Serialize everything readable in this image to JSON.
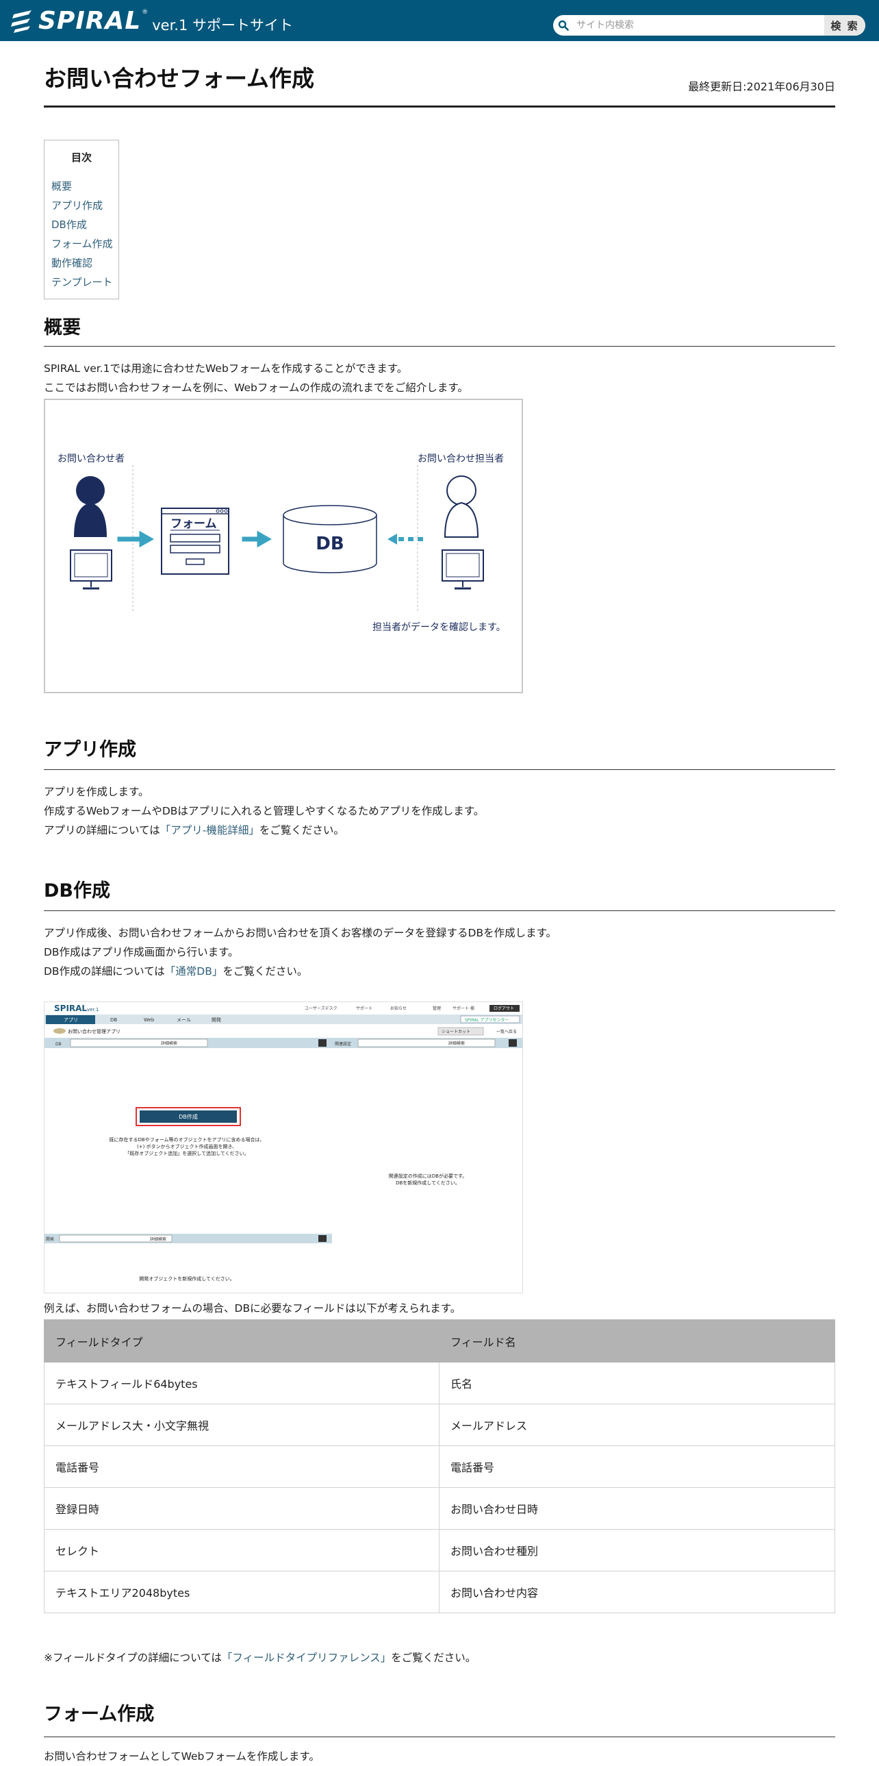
{
  "header": {
    "logo_text": "SPIRAL",
    "logo_reg": "®",
    "logo_sub": "ver.1 サポートサイト",
    "search_placeholder": "サイト内検索",
    "search_button": "検 索"
  },
  "page": {
    "title": "お問い合わせフォーム作成",
    "updated": "最終更新日:2021年06月30日"
  },
  "toc": {
    "title": "目次",
    "items": [
      "概要",
      "アプリ作成",
      "DB作成",
      "フォーム作成",
      "動作確認",
      "テンプレート"
    ]
  },
  "overview": {
    "heading": "概要",
    "line1": "SPIRAL ver.1では用途に合わせたWebフォームを作成することができます。",
    "line2": "ここではお問い合わせフォームを例に、Webフォームの作成の流れまでをご紹介します。",
    "diagram": {
      "inquirer": "お問い合わせ者",
      "staff": "お問い合わせ担当者",
      "form": "フォーム",
      "db": "DB",
      "note": "担当者がデータを確認します。"
    }
  },
  "app": {
    "heading": "アプリ作成",
    "line1": "アプリを作成します。",
    "line2": "作成するWebフォームやDBはアプリに入れると管理しやすくなるためアプリを作成します。",
    "line3_pre": "アプリの詳細については",
    "line3_link": "「アプリ-機能詳細」",
    "line3_post": "をご覧ください。"
  },
  "db": {
    "heading": "DB作成",
    "line1": "アプリ作成後、お問い合わせフォームからお問い合わせを頂くお客様のデータを登録するDBを作成します。",
    "line2": "DB作成はアプリ作成画面から行います。",
    "line3_pre": "DB作成の詳細については",
    "line3_link": "「通常DB」",
    "line3_post": "をご覧ください。",
    "screenshot": {
      "logo": "SPIRAL",
      "ver": "ver.1",
      "top_links": [
        "ユーザーズデスク",
        "サポート",
        "お知らせ",
        "管理",
        "サポート 様"
      ],
      "logout": "ログアウト",
      "tabs": [
        "アプリ",
        "DB",
        "Web",
        "メール",
        "開発"
      ],
      "appname": "お問い合わせ管理アプリ",
      "shortcut": "ショートカット",
      "back": "一覧へ戻る",
      "app_center": "SPIRAL アプリセンター",
      "db_label": "DB",
      "related_label": "関連設定",
      "dev_label": "開発",
      "detail_search": "詳細検索",
      "db_create_btn": "DB作成",
      "note1": "既に存在するDBやフォーム等のオブジェクトをアプリに含める場合は、",
      "note2": "(+) ボタンからオブジェクト作成画面を開き、",
      "note3": "「既存オブジェクト追加」を選択して追加してください。",
      "right_note1": "関連設定の作成にはDBが必要です。",
      "right_note2": "DBを新規作成してください。",
      "dev_note": "開発オブジェクトを新規作成してください。"
    },
    "table_intro": "例えば、お問い合わせフォームの場合、DBに必要なフィールドは以下が考えられます。",
    "table": {
      "headers": [
        "フィールドタイプ",
        "フィールド名"
      ],
      "rows": [
        [
          "テキストフィールド64bytes",
          "氏名"
        ],
        [
          "メールアドレス大・小文字無視",
          "メールアドレス"
        ],
        [
          "電話番号",
          "電話番号"
        ],
        [
          "登録日時",
          "お問い合わせ日時"
        ],
        [
          "セレクト",
          "お問い合わせ種別"
        ],
        [
          "テキストエリア2048bytes",
          "お問い合わせ内容"
        ]
      ]
    },
    "note_pre": "※フィールドタイプの詳細については",
    "note_link": "「フィールドタイプリファレンス」",
    "note_post": "をご覧ください。"
  },
  "form": {
    "heading": "フォーム作成",
    "line1": "お問い合わせフォームとしてWebフォームを作成します。"
  },
  "colors": {
    "header_bg": "#03577c",
    "link": "#2f5f7a",
    "diagram_navy": "#1b2c5c",
    "arrow_teal": "#3aa3c2"
  }
}
